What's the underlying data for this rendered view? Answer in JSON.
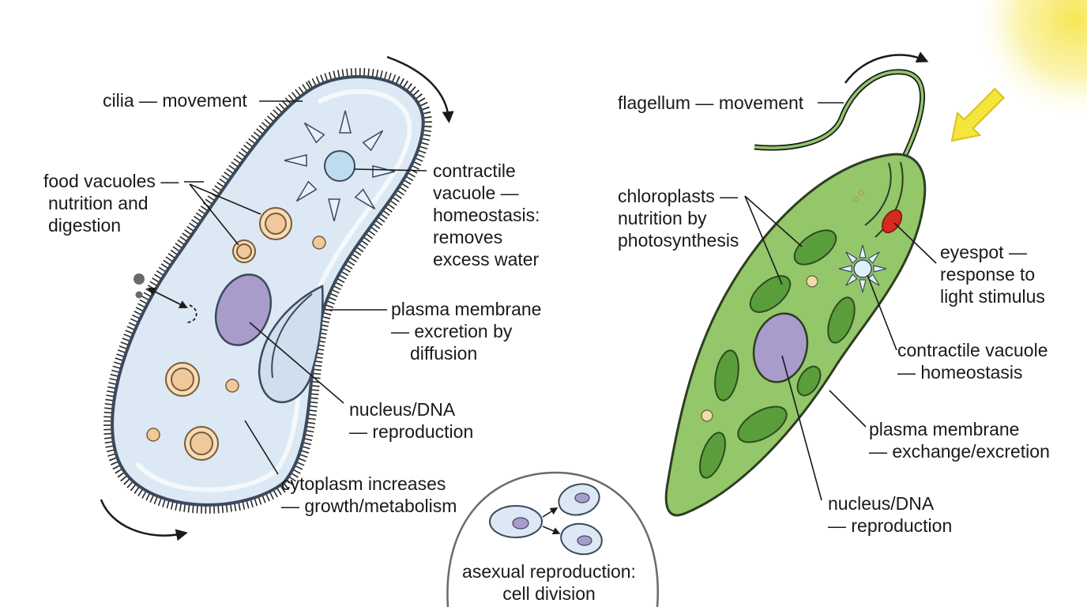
{
  "colors": {
    "paramecium_fill": "#dce8f3",
    "paramecium_outline": "#3a4a5c",
    "euglena_fill": "#93c76a",
    "chloroplast": "#5a9e3c",
    "nucleus": "#a99ccb",
    "food_vacuole": "#f0c99a",
    "eyespot": "#d42a1f",
    "light": "#f6e54a",
    "line": "#1a1a1a"
  },
  "paramecium": {
    "cilia": "cilia — movement",
    "food_vacuoles": [
      "food vacuoles —",
      "nutrition and",
      "digestion"
    ],
    "contractile_vacuole": [
      "contractile",
      "vacuole —",
      "homeostasis:",
      "removes",
      "excess water"
    ],
    "plasma_membrane": [
      "plasma membrane",
      "— excretion by",
      "diffusion"
    ],
    "nucleus": [
      "nucleus/DNA",
      "— reproduction"
    ],
    "cytoplasm": [
      "cytoplasm increases",
      "— growth/metabolism"
    ]
  },
  "euglena": {
    "flagellum": "flagellum — movement",
    "chloroplasts": [
      "chloroplasts —",
      "nutrition by",
      "photosynthesis"
    ],
    "eyespot": [
      "eyespot —",
      "response to",
      "light stimulus"
    ],
    "contractile_vacuole": [
      "contractile vacuole",
      "— homeostasis"
    ],
    "plasma_membrane": [
      "plasma membrane",
      "— exchange/excretion"
    ],
    "nucleus": [
      "nucleus/DNA",
      "— reproduction"
    ]
  },
  "reproduction": [
    "asexual reproduction:",
    "cell division"
  ]
}
